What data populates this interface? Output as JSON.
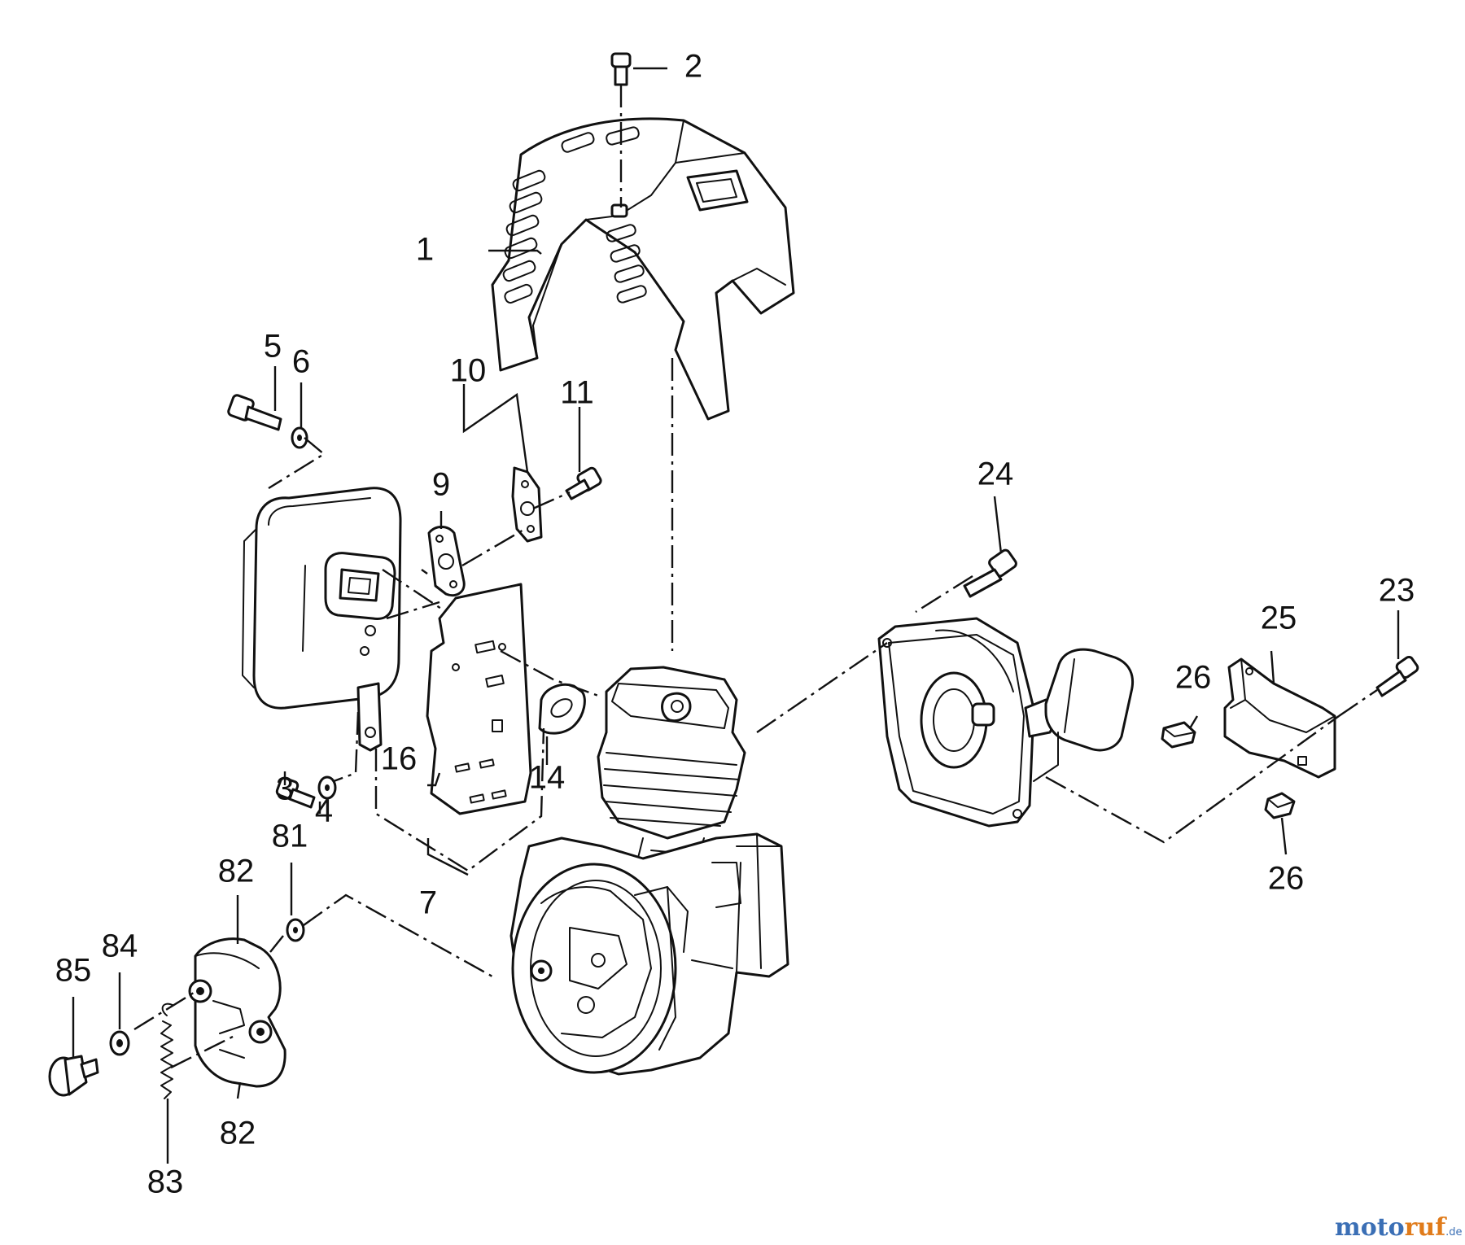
{
  "labels": {
    "l1": "1",
    "l2": "2",
    "l3": "3",
    "l4": "4",
    "l5": "5",
    "l6": "6",
    "l7": "7",
    "l9": "9",
    "l10": "10",
    "l11": "11",
    "l14": "14",
    "l16": "16",
    "l23": "23",
    "l24": "24",
    "l25": "25",
    "l26a": "26",
    "l26b": "26",
    "l81": "81",
    "l82a": "82",
    "l82b": "82",
    "l83": "83",
    "l84": "84",
    "l85": "85"
  },
  "watermark": {
    "part1": "moto",
    "part2": "ruf",
    "suffix": ".de"
  }
}
